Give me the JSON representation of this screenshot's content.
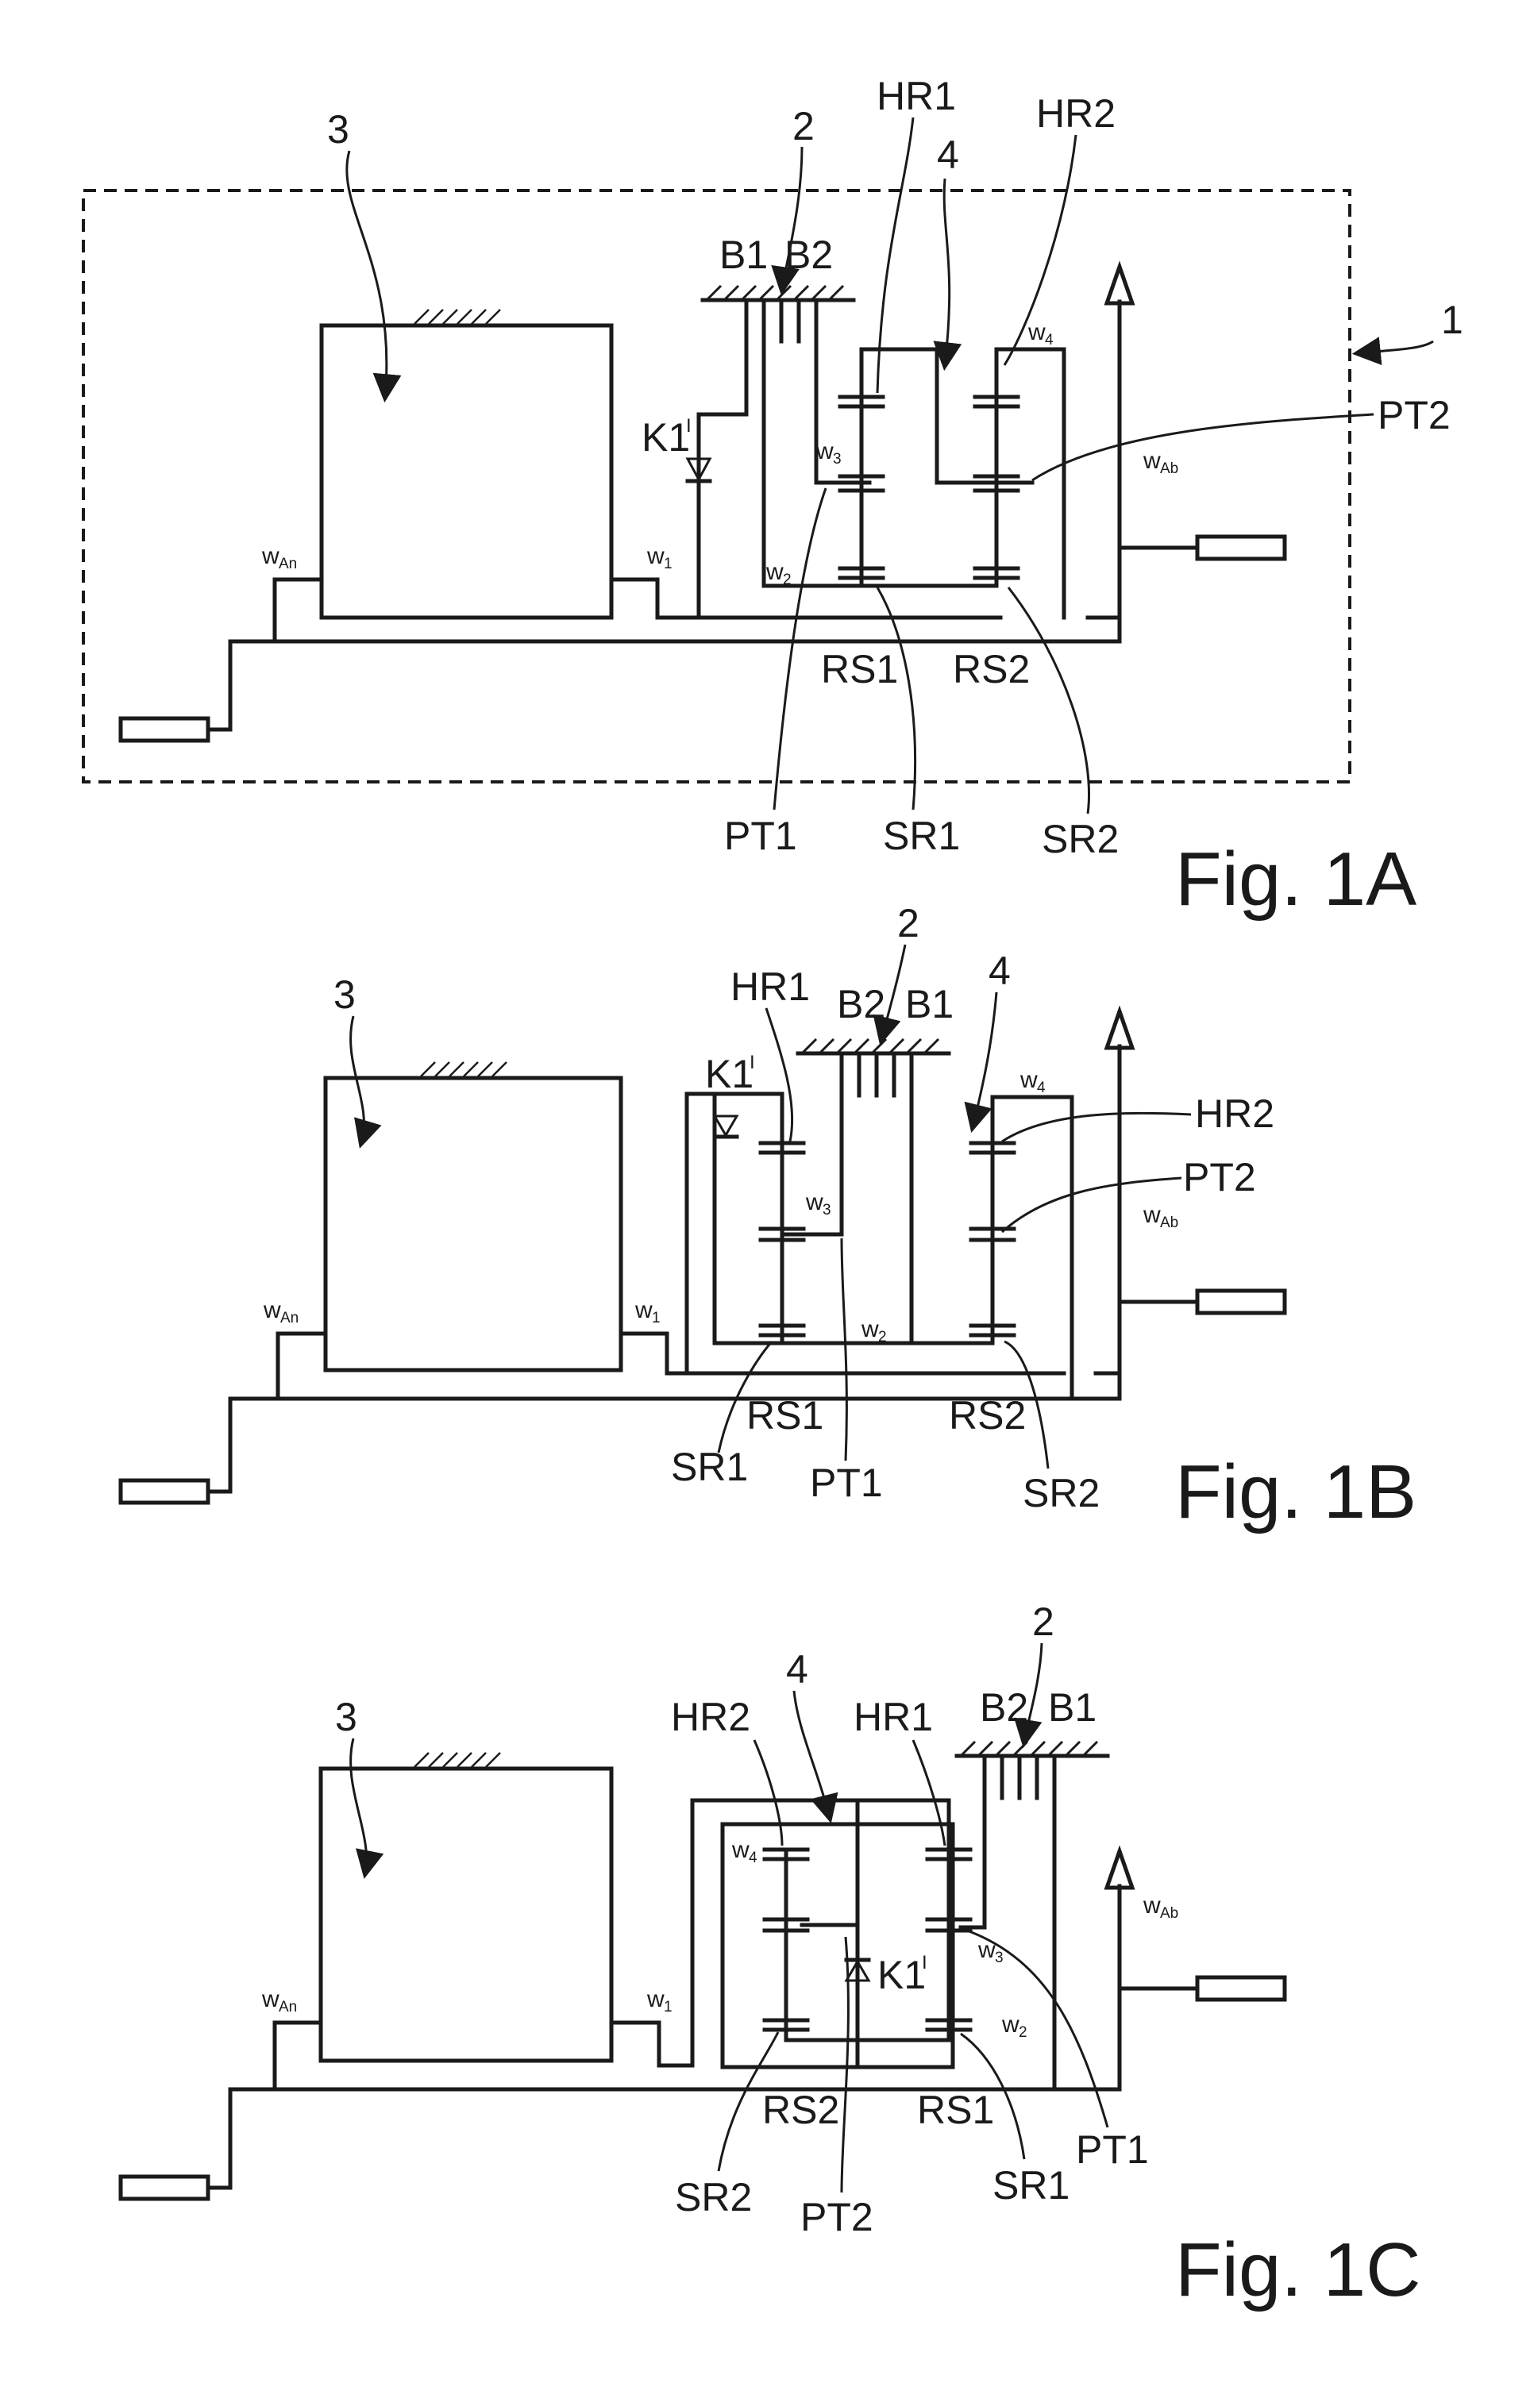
{
  "figures": [
    {
      "caption": "Fig. 1A",
      "labels": {
        "system": "1",
        "brake_unit": "2",
        "machine": "3",
        "gearset": "4",
        "brake1": "B1",
        "brake2": "B2",
        "clutch": "K1",
        "clutch_mark": "I",
        "ring1": "HR1",
        "ring2": "HR2",
        "carrier1": "PT1",
        "carrier2": "PT2",
        "planet_set1": "RS1",
        "planet_set2": "RS2",
        "sun1": "SR1",
        "sun2": "SR2",
        "w": "w",
        "sub_an": "An",
        "sub_1": "1",
        "sub_2": "2",
        "sub_3": "3",
        "sub_4": "4",
        "sub_ab": "Ab"
      }
    },
    {
      "caption": "Fig. 1B",
      "labels": {
        "brake_unit": "2",
        "machine": "3",
        "gearset": "4",
        "brake1": "B1",
        "brake2": "B2",
        "clutch": "K1",
        "clutch_mark": "I",
        "ring1": "HR1",
        "ring2": "HR2",
        "carrier1": "PT1",
        "carrier2": "PT2",
        "planet_set1": "RS1",
        "planet_set2": "RS2",
        "sun1": "SR1",
        "sun2": "SR2",
        "w": "w",
        "sub_an": "An",
        "sub_1": "1",
        "sub_2": "2",
        "sub_3": "3",
        "sub_4": "4",
        "sub_ab": "Ab"
      }
    },
    {
      "caption": "Fig. 1C",
      "labels": {
        "brake_unit": "2",
        "machine": "3",
        "gearset": "4",
        "brake1": "B1",
        "brake2": "B2",
        "clutch": "K1",
        "clutch_mark": "I",
        "ring1": "HR1",
        "ring2": "HR2",
        "carrier1": "PT1",
        "carrier2": "PT2",
        "planet_set1": "RS1",
        "planet_set2": "RS2",
        "sun1": "SR1",
        "sun2": "SR2",
        "w": "w",
        "sub_an": "An",
        "sub_1": "1",
        "sub_2": "2",
        "sub_3": "3",
        "sub_4": "4",
        "sub_ab": "Ab"
      }
    }
  ]
}
